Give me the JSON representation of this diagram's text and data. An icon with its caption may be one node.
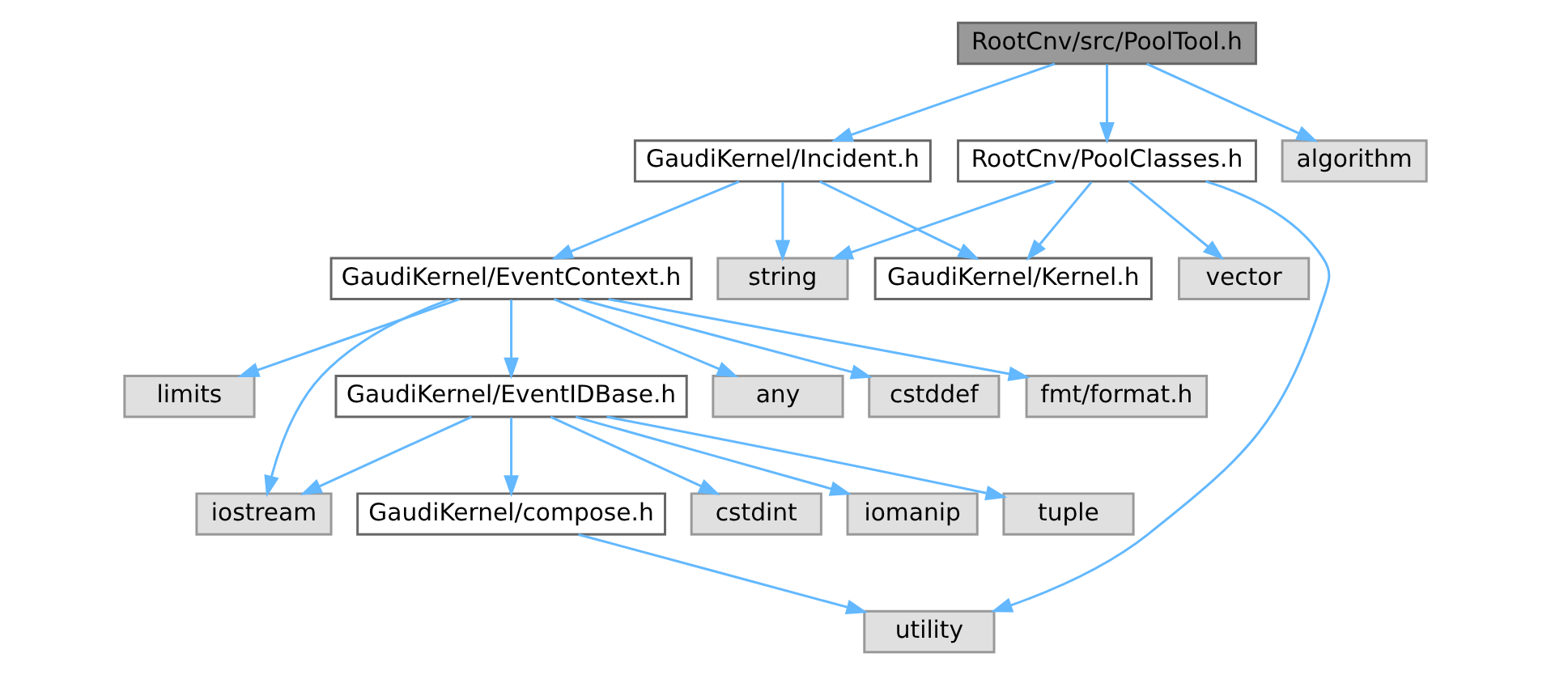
{
  "diagram": {
    "nodes": [
      {
        "text": [
          "RootCnv/src/PoolTool.h"
        ]
      },
      {
        "text": [
          "GaudiKernel/Incident.h"
        ]
      },
      {
        "text": [
          "RootCnv/PoolClasses.h"
        ]
      },
      {
        "text": [
          "algorithm"
        ]
      },
      {
        "text": [
          "GaudiKernel/EventContext.h"
        ]
      },
      {
        "text": [
          "GaudiKernel/Kernel.h"
        ]
      },
      {
        "text": [
          "string"
        ]
      },
      {
        "text": [
          "vector"
        ]
      },
      {
        "text": [
          "any"
        ]
      },
      {
        "text": [
          "cstddef"
        ]
      },
      {
        "text": [
          "fmt/format.h"
        ]
      },
      {
        "text": [
          "limits"
        ]
      },
      {
        "text": [
          "GaudiKernel/EventIDBase.h"
        ]
      },
      {
        "text": [
          "iostream"
        ]
      },
      {
        "text": [
          "iomanip"
        ]
      },
      {
        "text": [
          "tuple"
        ]
      },
      {
        "text": [
          "GaudiKernel/compose.h"
        ]
      },
      {
        "text": [
          "cstdint"
        ]
      },
      {
        "text": [
          "utility"
        ]
      }
    ],
    "edges": [
      {
        "from": 0,
        "to": 1,
        "arrow": "to"
      },
      {
        "from": 0,
        "to": 2,
        "arrow": "to"
      },
      {
        "from": 0,
        "to": 3,
        "arrow": "to"
      },
      {
        "from": 1,
        "to": 4,
        "arrow": "to"
      },
      {
        "from": 1,
        "to": 5,
        "arrow": "to"
      },
      {
        "from": 1,
        "to": 6,
        "arrow": "to"
      },
      {
        "from": 2,
        "to": 5,
        "arrow": "to"
      },
      {
        "from": 2,
        "to": 6,
        "arrow": "to"
      },
      {
        "from": 2,
        "to": 7,
        "arrow": "to"
      },
      {
        "from": 2,
        "to": 18,
        "arrow": "to"
      },
      {
        "from": 4,
        "to": 8,
        "arrow": "to"
      },
      {
        "from": 4,
        "to": 9,
        "arrow": "to"
      },
      {
        "from": 4,
        "to": 10,
        "arrow": "to"
      },
      {
        "from": 4,
        "to": 11,
        "arrow": "to"
      },
      {
        "from": 4,
        "to": 13,
        "arrow": "to"
      },
      {
        "from": 4,
        "to": 12,
        "arrow": "to"
      },
      {
        "from": 12,
        "to": 13,
        "arrow": "to"
      },
      {
        "from": 12,
        "to": 14,
        "arrow": "to"
      },
      {
        "from": 12,
        "to": 15,
        "arrow": "to"
      },
      {
        "from": 12,
        "to": 16,
        "arrow": "to"
      },
      {
        "from": 12,
        "to": 17,
        "arrow": "to"
      },
      {
        "from": 16,
        "to": 18,
        "arrow": "to"
      }
    ]
  }
}
